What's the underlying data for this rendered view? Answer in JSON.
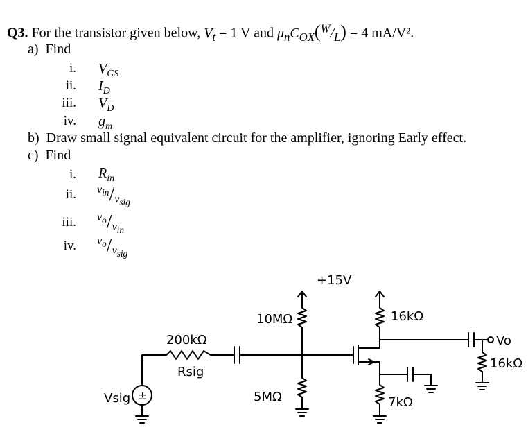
{
  "question": {
    "label": "Q3.",
    "intro": "For the transistor given below,",
    "vt_sym": "V",
    "vt_sub": "t",
    "vt_eq": " = 1 V and ",
    "mu_sym": "μ",
    "mu_sub": "n",
    "cox": "C",
    "cox_sub": "OX",
    "wl_w": "W",
    "wl_l": "L",
    "k_eq": " = 4 mA/V²."
  },
  "part_a": {
    "label": "a)",
    "text": "Find",
    "items": [
      {
        "num": "i.",
        "sym": "V",
        "sub": "GS"
      },
      {
        "num": "ii.",
        "sym": "I",
        "sub": "D"
      },
      {
        "num": "iii.",
        "sym": "V",
        "sub": "D"
      },
      {
        "num": "iv.",
        "sym": "g",
        "sub": "m"
      }
    ]
  },
  "part_b": {
    "label": "b)",
    "text": "Draw small signal equivalent circuit for the amplifier, ignoring Early effect."
  },
  "part_c": {
    "label": "c)",
    "text": "Find",
    "items": [
      {
        "num": "i.",
        "expr": "Rin"
      },
      {
        "num": "ii.",
        "expr": "vin/vsig"
      },
      {
        "num": "iii.",
        "expr": "vo/vin"
      },
      {
        "num": "iv.",
        "expr": "vo/vsig"
      }
    ],
    "rin_sym": "R",
    "rin_sub": "in",
    "f_vin_n": "v",
    "f_vin_ns": "in",
    "f_v_d": "v",
    "f_sig": "sig",
    "f_vo_n": "v",
    "f_o": "o",
    "f_in": "in"
  },
  "circuit": {
    "supply": "+15V",
    "r_top_gate": "10MΩ",
    "r_bottom_gate": "5MΩ",
    "r_drain": "16kΩ",
    "r_source": "7kΩ",
    "r_load": "16kΩ",
    "r_sig_value": "200kΩ",
    "r_sig_name": "Rsig",
    "v_sig": "Vsig",
    "v_out": "Vo",
    "plus_minus": "±"
  }
}
